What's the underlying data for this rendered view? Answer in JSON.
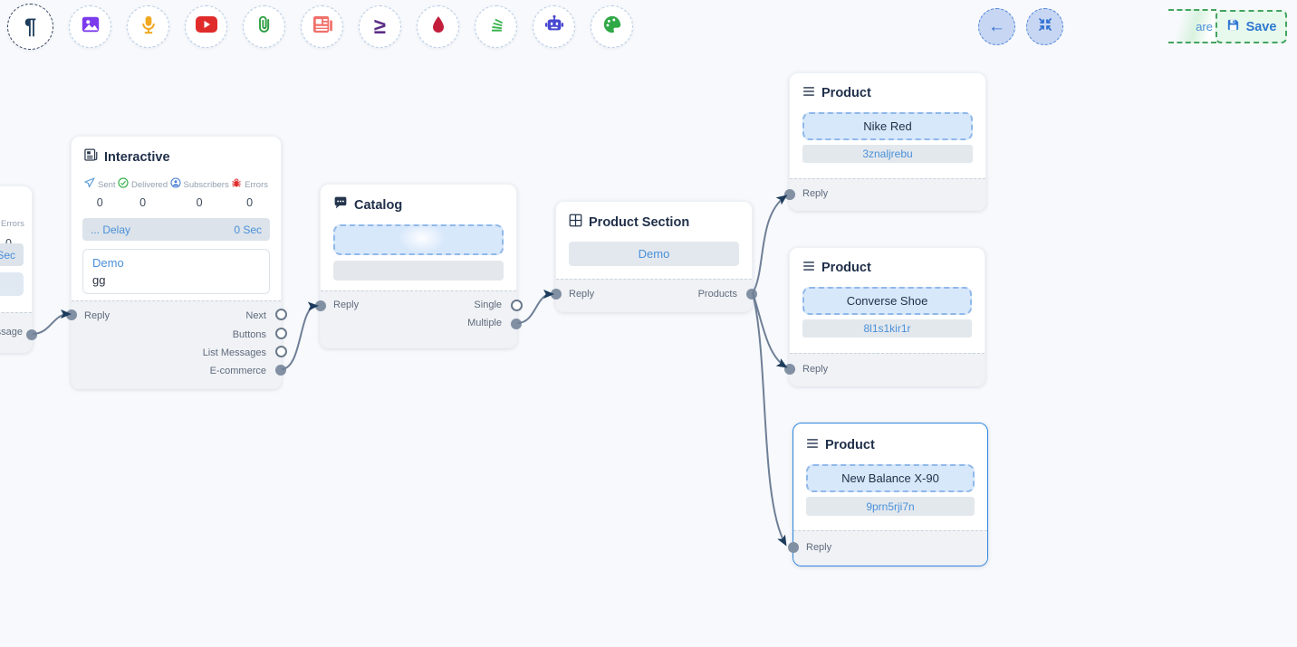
{
  "toolbar": {
    "icons": [
      "pilcrow",
      "image",
      "microphone",
      "youtube",
      "paperclip",
      "newspaper",
      "greater-equal",
      "droplet",
      "stack",
      "robot",
      "palette"
    ]
  },
  "header_actions": {
    "share_partial": "are",
    "save_label": "Save"
  },
  "left_node": {
    "errors_label": "Errors",
    "errors_value": "0",
    "delay_value": "Sec",
    "output_label": "essage"
  },
  "interactive": {
    "title": "Interactive",
    "stats": [
      {
        "label": "Sent",
        "value": "0"
      },
      {
        "label": "Delivered",
        "value": "0"
      },
      {
        "label": "Subscribers",
        "value": "0"
      },
      {
        "label": "Errors",
        "value": "0"
      }
    ],
    "delay_label": "... Delay",
    "delay_value": "0 Sec",
    "body_title": "Demo",
    "body_text": "gg",
    "reply_label": "Reply",
    "outputs": [
      {
        "label": "Next"
      },
      {
        "label": "Buttons"
      },
      {
        "label": "List Messages"
      },
      {
        "label": "E-commerce"
      }
    ]
  },
  "catalog": {
    "title": "Catalog",
    "reply_label": "Reply",
    "outputs": [
      {
        "label": "Single"
      },
      {
        "label": "Multiple"
      }
    ]
  },
  "product_section": {
    "title": "Product Section",
    "button_label": "Demo",
    "reply_label": "Reply",
    "output_label": "Products"
  },
  "products": [
    {
      "title": "Product",
      "name": "Nike Red",
      "retailer_id": "3znaljrebu",
      "reply_label": "Reply"
    },
    {
      "title": "Product",
      "name": "Converse Shoe",
      "retailer_id": "8l1s1kir1r",
      "reply_label": "Reply"
    },
    {
      "title": "Product",
      "name": "New Balance X-90",
      "retailer_id": "9prn5rji7n",
      "reply_label": "Reply"
    }
  ],
  "colors": {
    "accent_blue": "#2e78d2",
    "link_blue": "#4a90d9",
    "save_green": "#43a45f",
    "edge_gray": "#6f7f96",
    "arrow_navy": "#1c3b5c",
    "selection_blue": "#2e86de"
  }
}
